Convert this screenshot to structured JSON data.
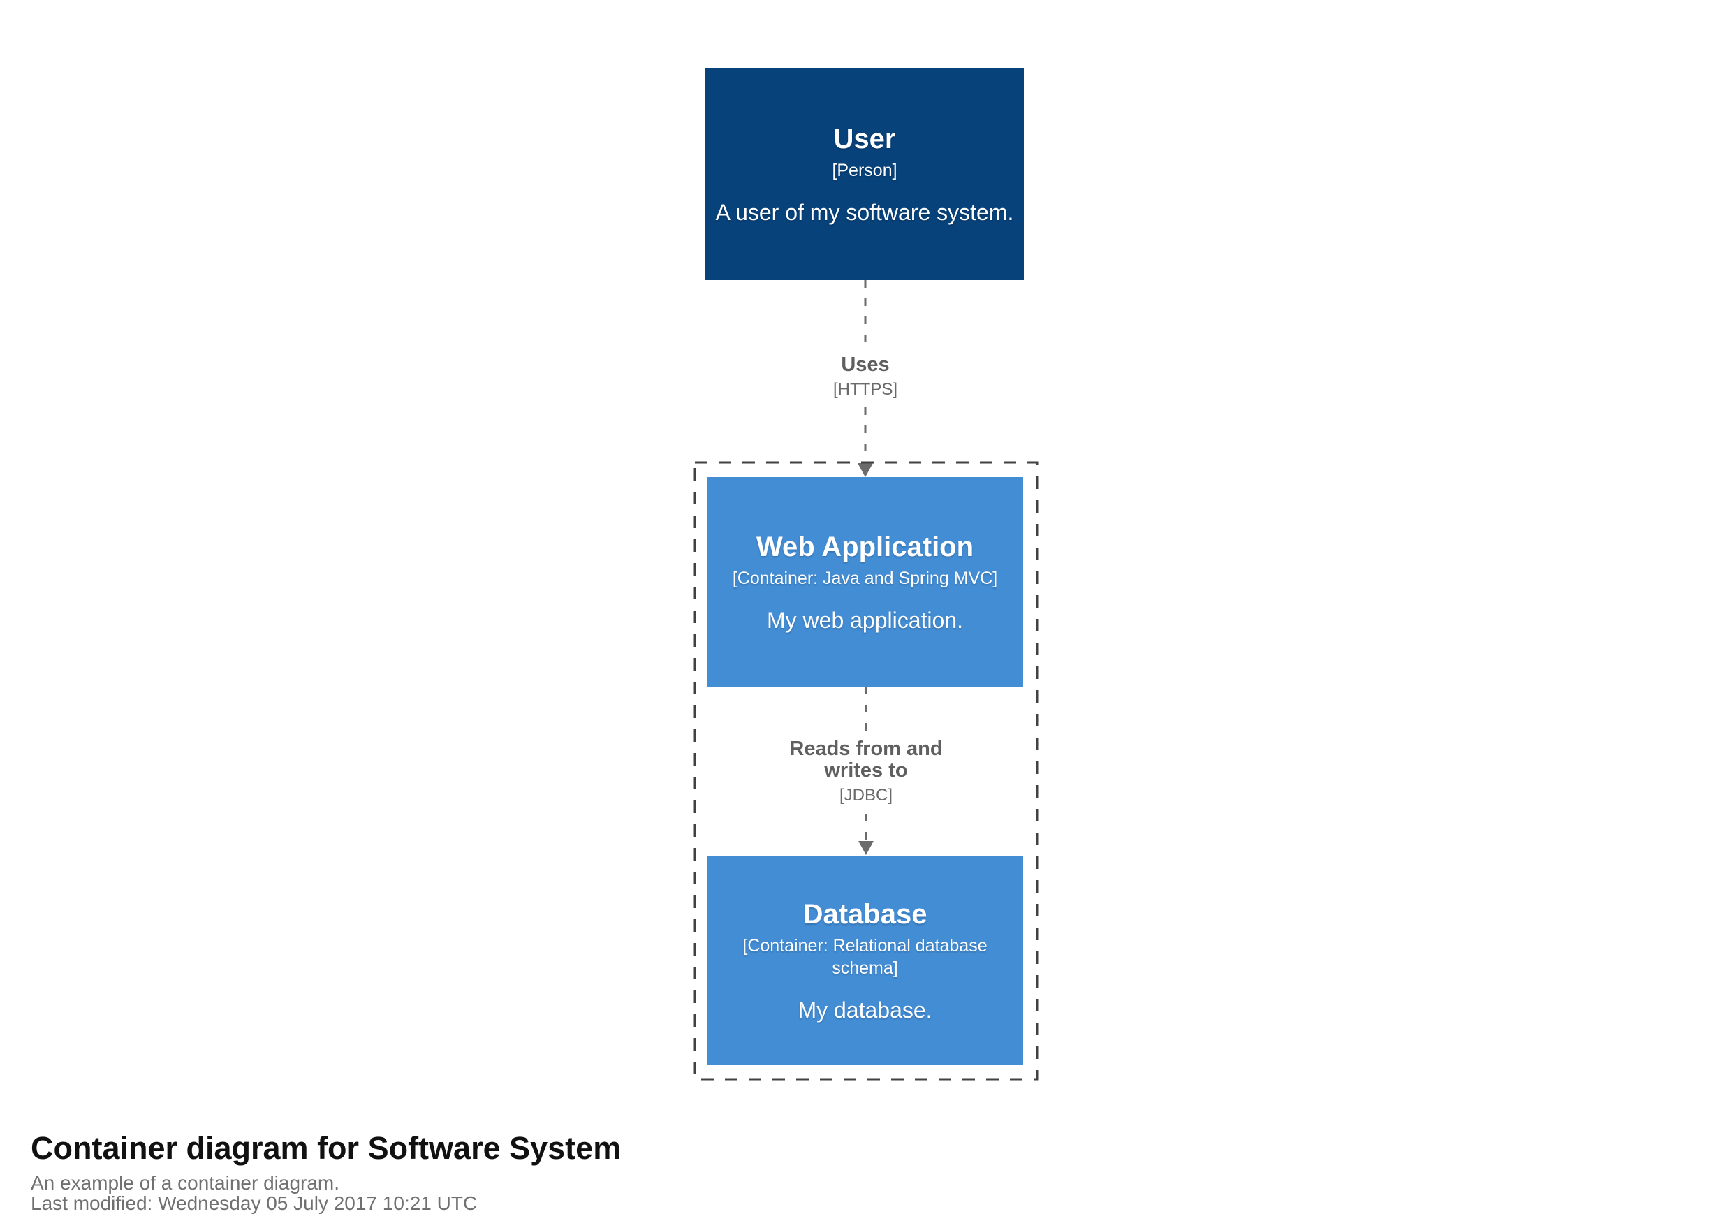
{
  "diagram": {
    "person": {
      "name": "User",
      "type": "[Person]",
      "description": "A user of my software system.",
      "bg": "#08427b"
    },
    "containers": [
      {
        "name": "Web Application",
        "type": "[Container: Java and Spring MVC]",
        "description": "My web application.",
        "bg": "#438dd5"
      },
      {
        "name": "Database",
        "type": "[Container: Relational database schema]",
        "description": "My database.",
        "bg": "#438dd5"
      }
    ],
    "relationships": [
      {
        "label": "Uses",
        "technology": "[HTTPS]"
      },
      {
        "label": "Reads from and writes to",
        "technology": "[JDBC]"
      }
    ],
    "colors": {
      "relationship_line": "#6b6b6b",
      "relationship_label": "#5f5f5f",
      "boundary": "#414141",
      "box_text": "#ffffff"
    }
  },
  "footer": {
    "title": "Container diagram for Software System",
    "description": "An example of a container diagram.",
    "last_modified": "Last modified: Wednesday 05 July 2017 10:21 UTC"
  }
}
